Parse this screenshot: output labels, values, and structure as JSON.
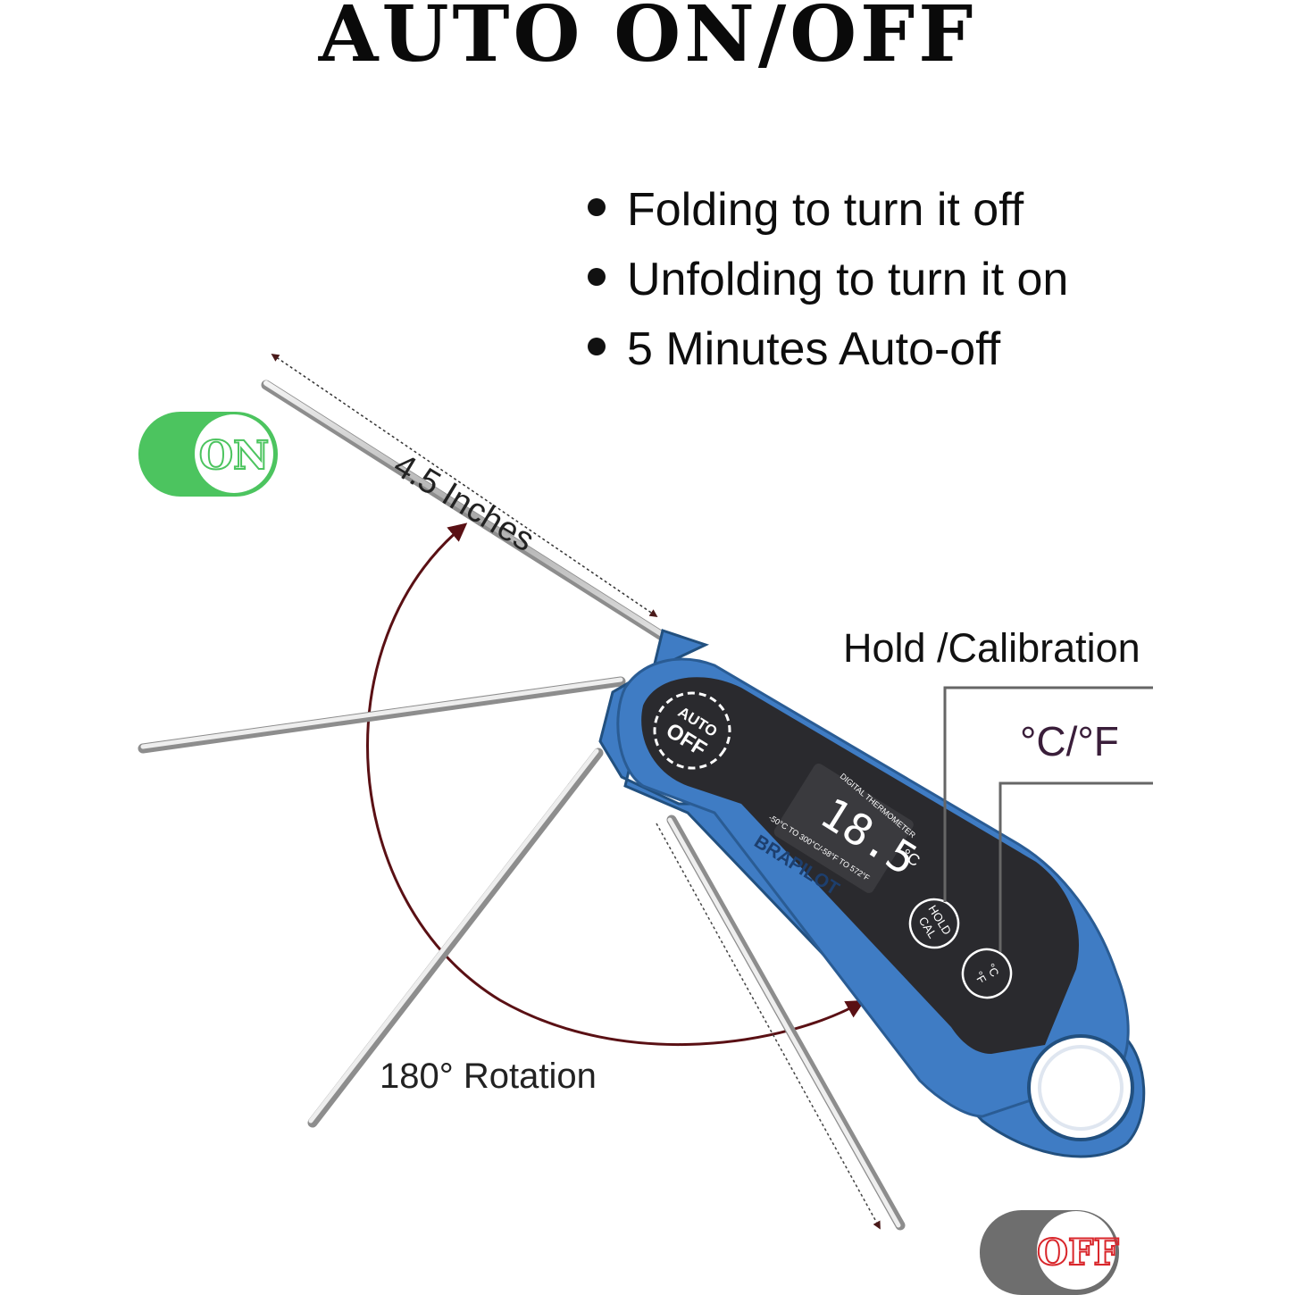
{
  "heading": "AUTO ON/OFF",
  "features": [
    "Folding to turn it off",
    "Unfolding to turn it on",
    "5 Minutes Auto-off"
  ],
  "toggles": {
    "on_label": "ON",
    "off_label": "OFF",
    "on_color": "#4cc45f",
    "off_color": "#6e6e6e"
  },
  "dimension_label": "4.5 Inches",
  "rotation_label": "180° Rotation",
  "callouts": {
    "hold": "Hold /Calibration",
    "unit": "°C/°F"
  },
  "device": {
    "body_color": "#3f7cc4",
    "face_color": "#2a2a2e",
    "auto_button_line1": "AUTO",
    "auto_button_line2": "OFF",
    "model_text": "DIGITAL THERMOMETER",
    "display_value": "18.5",
    "display_unit": "°C",
    "brand": "BRAPILOT",
    "range_text": "-50°C TO 300°C/-58°F TO 572°F",
    "hold_button_line1": "HOLD",
    "hold_button_line2": "CAL",
    "unit_button_line1": "°C",
    "unit_button_line2": "°F"
  }
}
